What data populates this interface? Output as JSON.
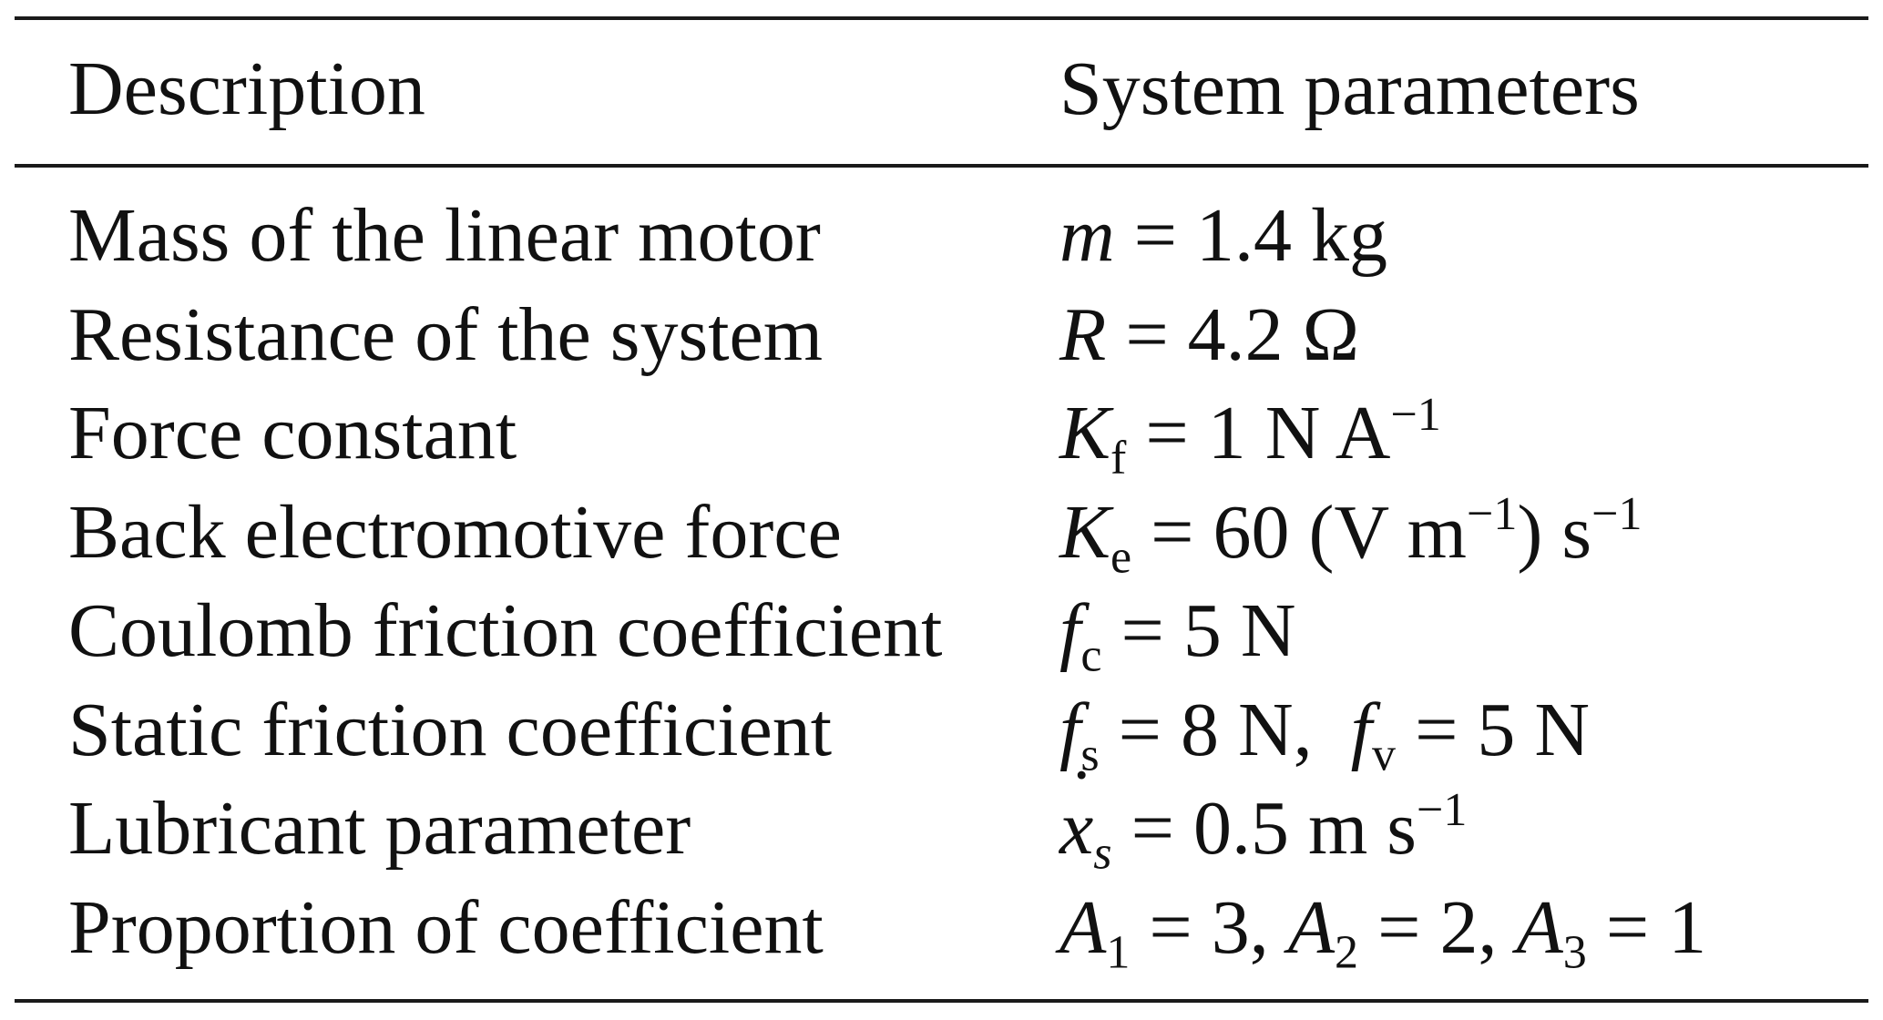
{
  "table": {
    "headers": [
      "Description",
      "System parameters"
    ],
    "rows": [
      {
        "description": "Mass of the linear motor",
        "parameter": [
          {
            "t": "m",
            "s": "i"
          },
          {
            "t": " = 1.4 kg"
          }
        ]
      },
      {
        "description": "Resistance of the system",
        "parameter": [
          {
            "t": "R",
            "s": "i"
          },
          {
            "t": " = 4.2 Ω"
          }
        ]
      },
      {
        "description": "Force constant",
        "parameter": [
          {
            "t": "K",
            "s": "i"
          },
          {
            "t": "f",
            "s": "sub"
          },
          {
            "t": " = 1 N A"
          },
          {
            "t": "−1",
            "s": "sup"
          }
        ]
      },
      {
        "description": "Back electromotive force",
        "parameter": [
          {
            "t": "K",
            "s": "i"
          },
          {
            "t": "e",
            "s": "sub"
          },
          {
            "t": " = 60 (V m"
          },
          {
            "t": "−1",
            "s": "sup"
          },
          {
            "t": ") s"
          },
          {
            "t": "−1",
            "s": "sup"
          }
        ]
      },
      {
        "description": "Coulomb friction coefficient",
        "parameter": [
          {
            "t": "f",
            "s": "i"
          },
          {
            "t": "c",
            "s": "sub"
          },
          {
            "t": " = 5 N"
          }
        ]
      },
      {
        "description": "Static friction coefficient",
        "parameter": [
          {
            "t": "f",
            "s": "i"
          },
          {
            "t": "s",
            "s": "sub"
          },
          {
            "t": " = 8 N,  "
          },
          {
            "t": "f",
            "s": "i"
          },
          {
            "t": "v",
            "s": "sub"
          },
          {
            "t": " = 5 N"
          }
        ]
      },
      {
        "description": "Lubricant parameter",
        "parameter": [
          {
            "t": "x",
            "s": "dot"
          },
          {
            "t": "s",
            "s": "isub"
          },
          {
            "t": " = 0.5 m s"
          },
          {
            "t": "−1",
            "s": "sup"
          }
        ]
      },
      {
        "description": "Proportion of coefficient",
        "parameter": [
          {
            "t": "A",
            "s": "i"
          },
          {
            "t": "1",
            "s": "sub"
          },
          {
            "t": " = 3, "
          },
          {
            "t": "A",
            "s": "i"
          },
          {
            "t": "2",
            "s": "sub"
          },
          {
            "t": " = 2, "
          },
          {
            "t": "A",
            "s": "i"
          },
          {
            "t": "3",
            "s": "sub"
          },
          {
            "t": " = 1"
          }
        ]
      }
    ]
  }
}
